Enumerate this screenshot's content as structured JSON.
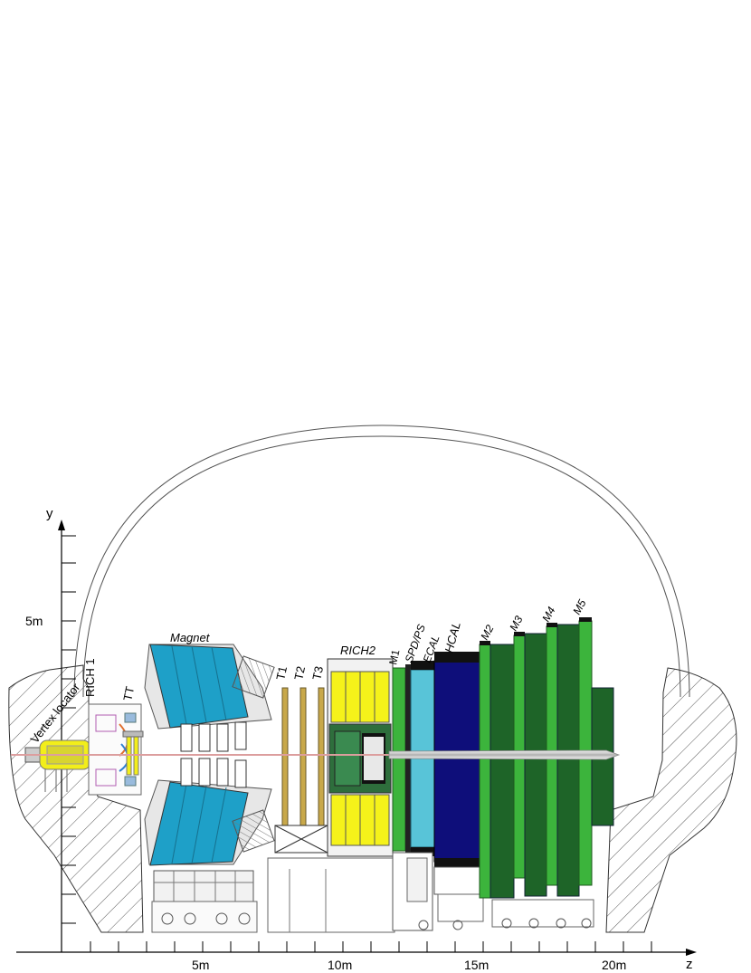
{
  "axes": {
    "y_label": "y",
    "z_label": "z",
    "y_tick_label": "5m",
    "z_tick_labels": [
      "5m",
      "10m",
      "15m",
      "20m"
    ]
  },
  "labels": {
    "vertex_locator": "Vertex locator",
    "rich1": "RICH 1",
    "tt": "TT",
    "magnet": "Magnet",
    "t1": "T1",
    "t2": "T2",
    "t3": "T3",
    "rich2": "RICH2",
    "m1": "M1",
    "spd_ps": "SPD/PS",
    "ecal": "ECAL",
    "hcal": "HCAL",
    "m2": "M2",
    "m3": "M3",
    "m4": "M4",
    "m5": "M5"
  },
  "colors": {
    "vertex": "#f2ee1a",
    "magnet": "#1ea0c8",
    "tracker_station": "#c8a84a",
    "rich2_yellow": "#f5f21a",
    "rich2_inner": "#2e6e3c",
    "ecal": "#58c4d8",
    "hcal": "#0e0e7a",
    "muon_light": "#3cb43c",
    "muon_dark": "#1e6428",
    "wall_hatch": "#444444"
  }
}
